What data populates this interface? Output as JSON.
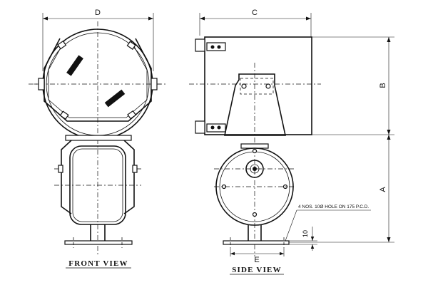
{
  "dimensions": {
    "d": "D",
    "c": "C",
    "b": "B",
    "a": "A",
    "e": "E",
    "ten": "10"
  },
  "note": "4 NOS. 10Ø HOLE ON 175 P.C.D.",
  "views": {
    "front": "FRONT VIEW",
    "side": "SIDE VIEW"
  }
}
